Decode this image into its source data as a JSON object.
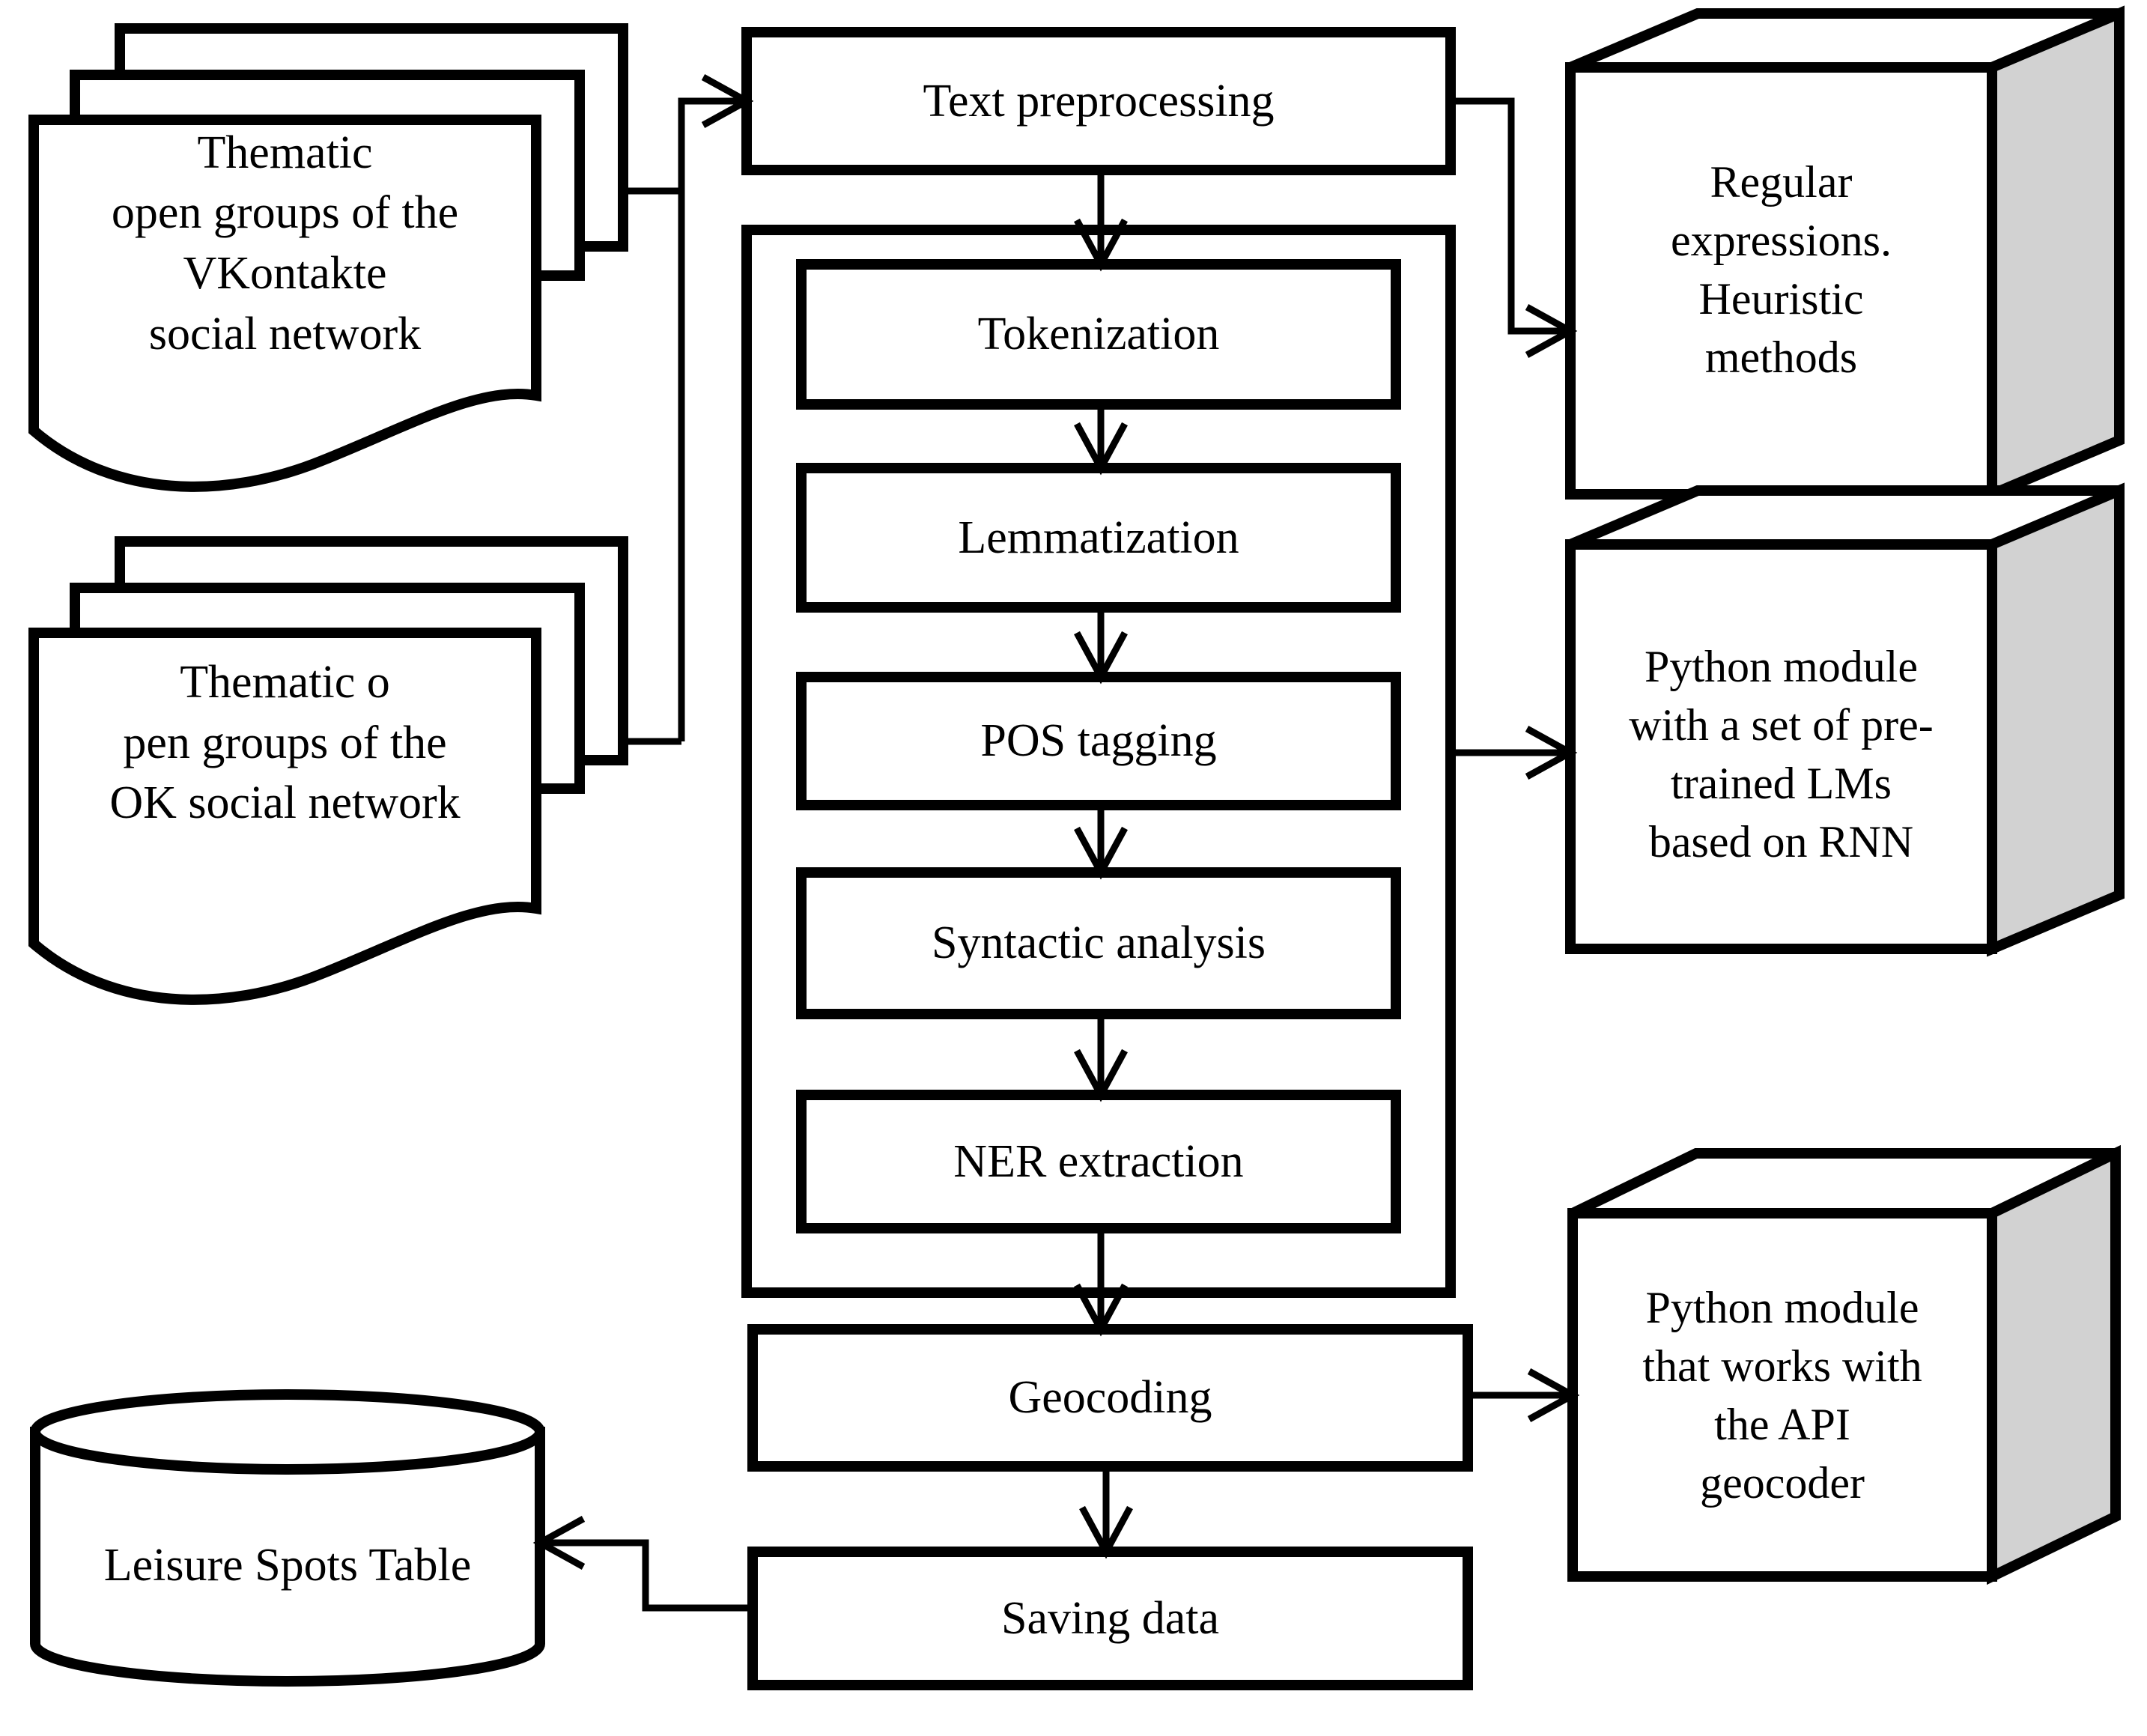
{
  "diagram": {
    "type": "flowchart",
    "nodes": {
      "doc_vk": {
        "shape": "document-stack",
        "label": "Thematic\nopen groups of the\nVKontakte\nsocial network"
      },
      "doc_ok": {
        "shape": "document-stack",
        "label": "Thematic o\npen groups of the\nOK social network"
      },
      "text_preprocessing": {
        "shape": "process-box",
        "label": "Text preprocessing"
      },
      "tokenization": {
        "shape": "process-box",
        "label": "Tokenization"
      },
      "lemmatization": {
        "shape": "process-box",
        "label": "Lemmatization"
      },
      "pos_tagging": {
        "shape": "process-box",
        "label": "POS tagging"
      },
      "syntactic_analysis": {
        "shape": "process-box",
        "label": "Syntactic analysis"
      },
      "ner_extraction": {
        "shape": "process-box",
        "label": "NER extraction"
      },
      "geocoding": {
        "shape": "process-box",
        "label": "Geocoding"
      },
      "saving_data": {
        "shape": "process-box",
        "label": "Saving data"
      },
      "regex_module": {
        "shape": "cube-3d",
        "label": "Regular\nexpressions.\nHeuristic\nmethods"
      },
      "rnn_module": {
        "shape": "cube-3d",
        "label": "Python module\nwith a set of pre-\ntrained LMs\nbased on RNN"
      },
      "geocoder_module": {
        "shape": "cube-3d",
        "label": "Python module\nthat works with\nthe API\ngeocoder"
      },
      "leisure_table": {
        "shape": "database-cylinder",
        "label": "Leisure Spots Table"
      }
    },
    "edges": [
      {
        "from": "doc_vk",
        "to": "text_preprocessing"
      },
      {
        "from": "doc_ok",
        "to": "text_preprocessing"
      },
      {
        "from": "text_preprocessing",
        "to": "tokenization"
      },
      {
        "from": "text_preprocessing",
        "to": "regex_module"
      },
      {
        "from": "tokenization",
        "to": "lemmatization"
      },
      {
        "from": "lemmatization",
        "to": "pos_tagging"
      },
      {
        "from": "pos_tagging",
        "to": "syntactic_analysis"
      },
      {
        "from": "nlp_container",
        "to": "rnn_module"
      },
      {
        "from": "syntactic_analysis",
        "to": "ner_extraction"
      },
      {
        "from": "ner_extraction",
        "to": "geocoding"
      },
      {
        "from": "geocoding",
        "to": "geocoder_module"
      },
      {
        "from": "geocoding",
        "to": "saving_data"
      },
      {
        "from": "saving_data",
        "to": "leisure_table"
      }
    ],
    "colors": {
      "stroke": "#000000",
      "background": "#ffffff",
      "cube_side_face": "#d2d2d2"
    }
  }
}
